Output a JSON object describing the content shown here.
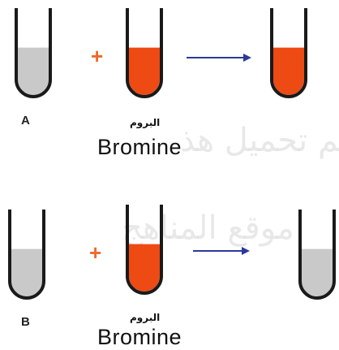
{
  "colors": {
    "bromine": "#ee4a14",
    "clear_liquid": "#c9c9c9",
    "tube_outline": "#1a1a1a",
    "plus": "#ec6a2c",
    "arrow": "#2b3a9c"
  },
  "rows": [
    {
      "sample_label": "A",
      "plus": "+",
      "reagent_label_ar": "البروم",
      "reagent_label_en": "Bromine",
      "start_tube": {
        "liquid": "clear",
        "fill": 0.55
      },
      "reagent_tube": {
        "liquid": "bromine",
        "fill": 0.55
      },
      "result_tube": {
        "liquid": "bromine",
        "fill": 0.55
      }
    },
    {
      "sample_label": "B",
      "plus": "+",
      "reagent_label_ar": "البروم",
      "reagent_label_en": "Bromine",
      "start_tube": {
        "liquid": "clear",
        "fill": 0.55
      },
      "reagent_tube": {
        "liquid": "bromine",
        "fill": 0.55
      },
      "result_tube": {
        "liquid": "clear",
        "fill": 0.55
      }
    }
  ],
  "watermark": {
    "line1": "تم تحميل هذ",
    "line2": "موقع المناهج"
  }
}
